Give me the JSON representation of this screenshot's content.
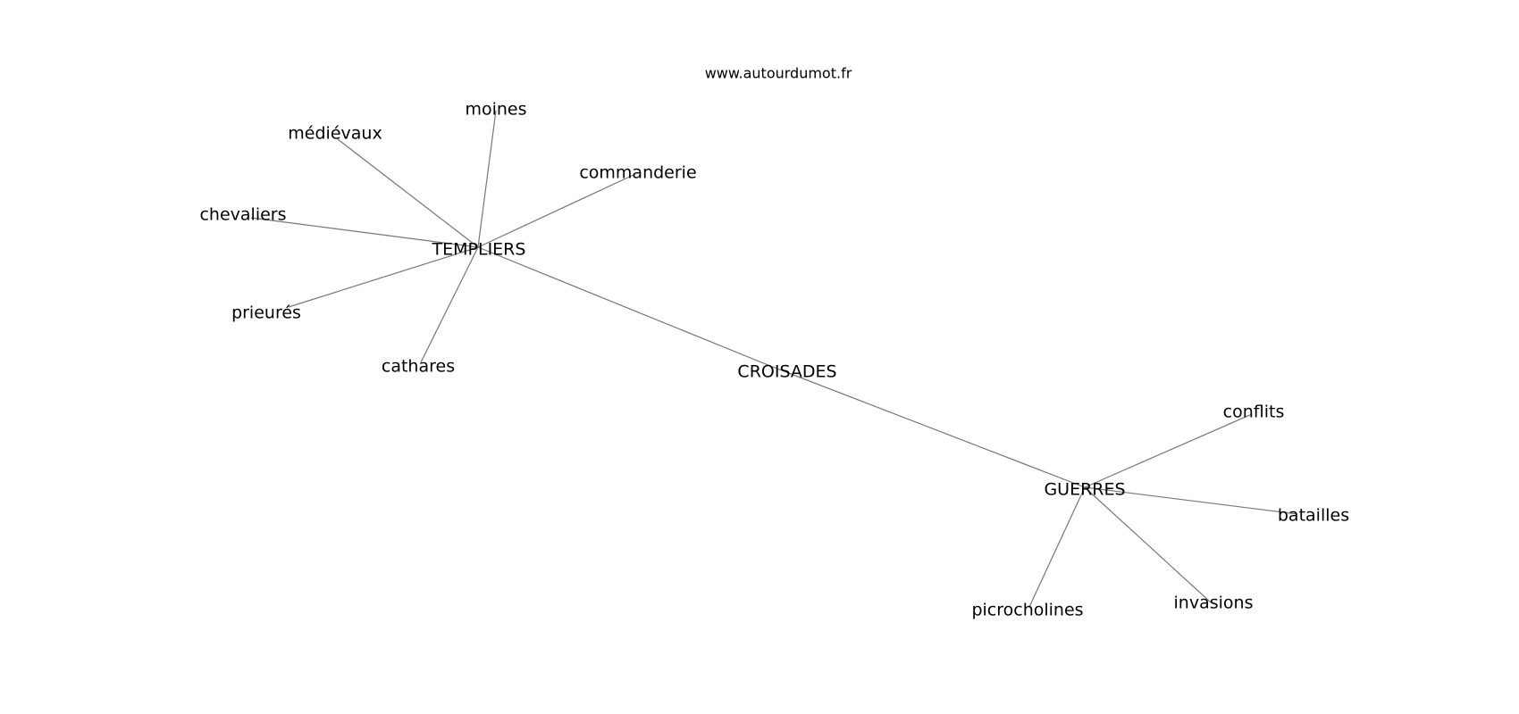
{
  "site": "www.autourdumot.fr",
  "nodes": [
    {
      "id": "croisades",
      "label": "CROISADES"
    },
    {
      "id": "templiers",
      "label": "TEMPLIERS"
    },
    {
      "id": "guerres",
      "label": "GUERRES"
    },
    {
      "id": "moines",
      "label": "moines"
    },
    {
      "id": "medievaux",
      "label": "médiévaux"
    },
    {
      "id": "commanderie",
      "label": "commanderie"
    },
    {
      "id": "chevaliers",
      "label": "chevaliers"
    },
    {
      "id": "prieures",
      "label": "prieurés"
    },
    {
      "id": "cathares",
      "label": "cathares"
    },
    {
      "id": "conflits",
      "label": "conflits"
    },
    {
      "id": "batailles",
      "label": "batailles"
    },
    {
      "id": "picrocholines",
      "label": "picrocholines"
    },
    {
      "id": "invasions",
      "label": "invasions"
    }
  ],
  "edges": [
    [
      "templiers",
      "croisades"
    ],
    [
      "croisades",
      "guerres"
    ],
    [
      "templiers",
      "moines"
    ],
    [
      "templiers",
      "medievaux"
    ],
    [
      "templiers",
      "commanderie"
    ],
    [
      "templiers",
      "chevaliers"
    ],
    [
      "templiers",
      "prieures"
    ],
    [
      "templiers",
      "cathares"
    ],
    [
      "guerres",
      "conflits"
    ],
    [
      "guerres",
      "batailles"
    ],
    [
      "guerres",
      "picrocholines"
    ],
    [
      "guerres",
      "invasions"
    ]
  ]
}
